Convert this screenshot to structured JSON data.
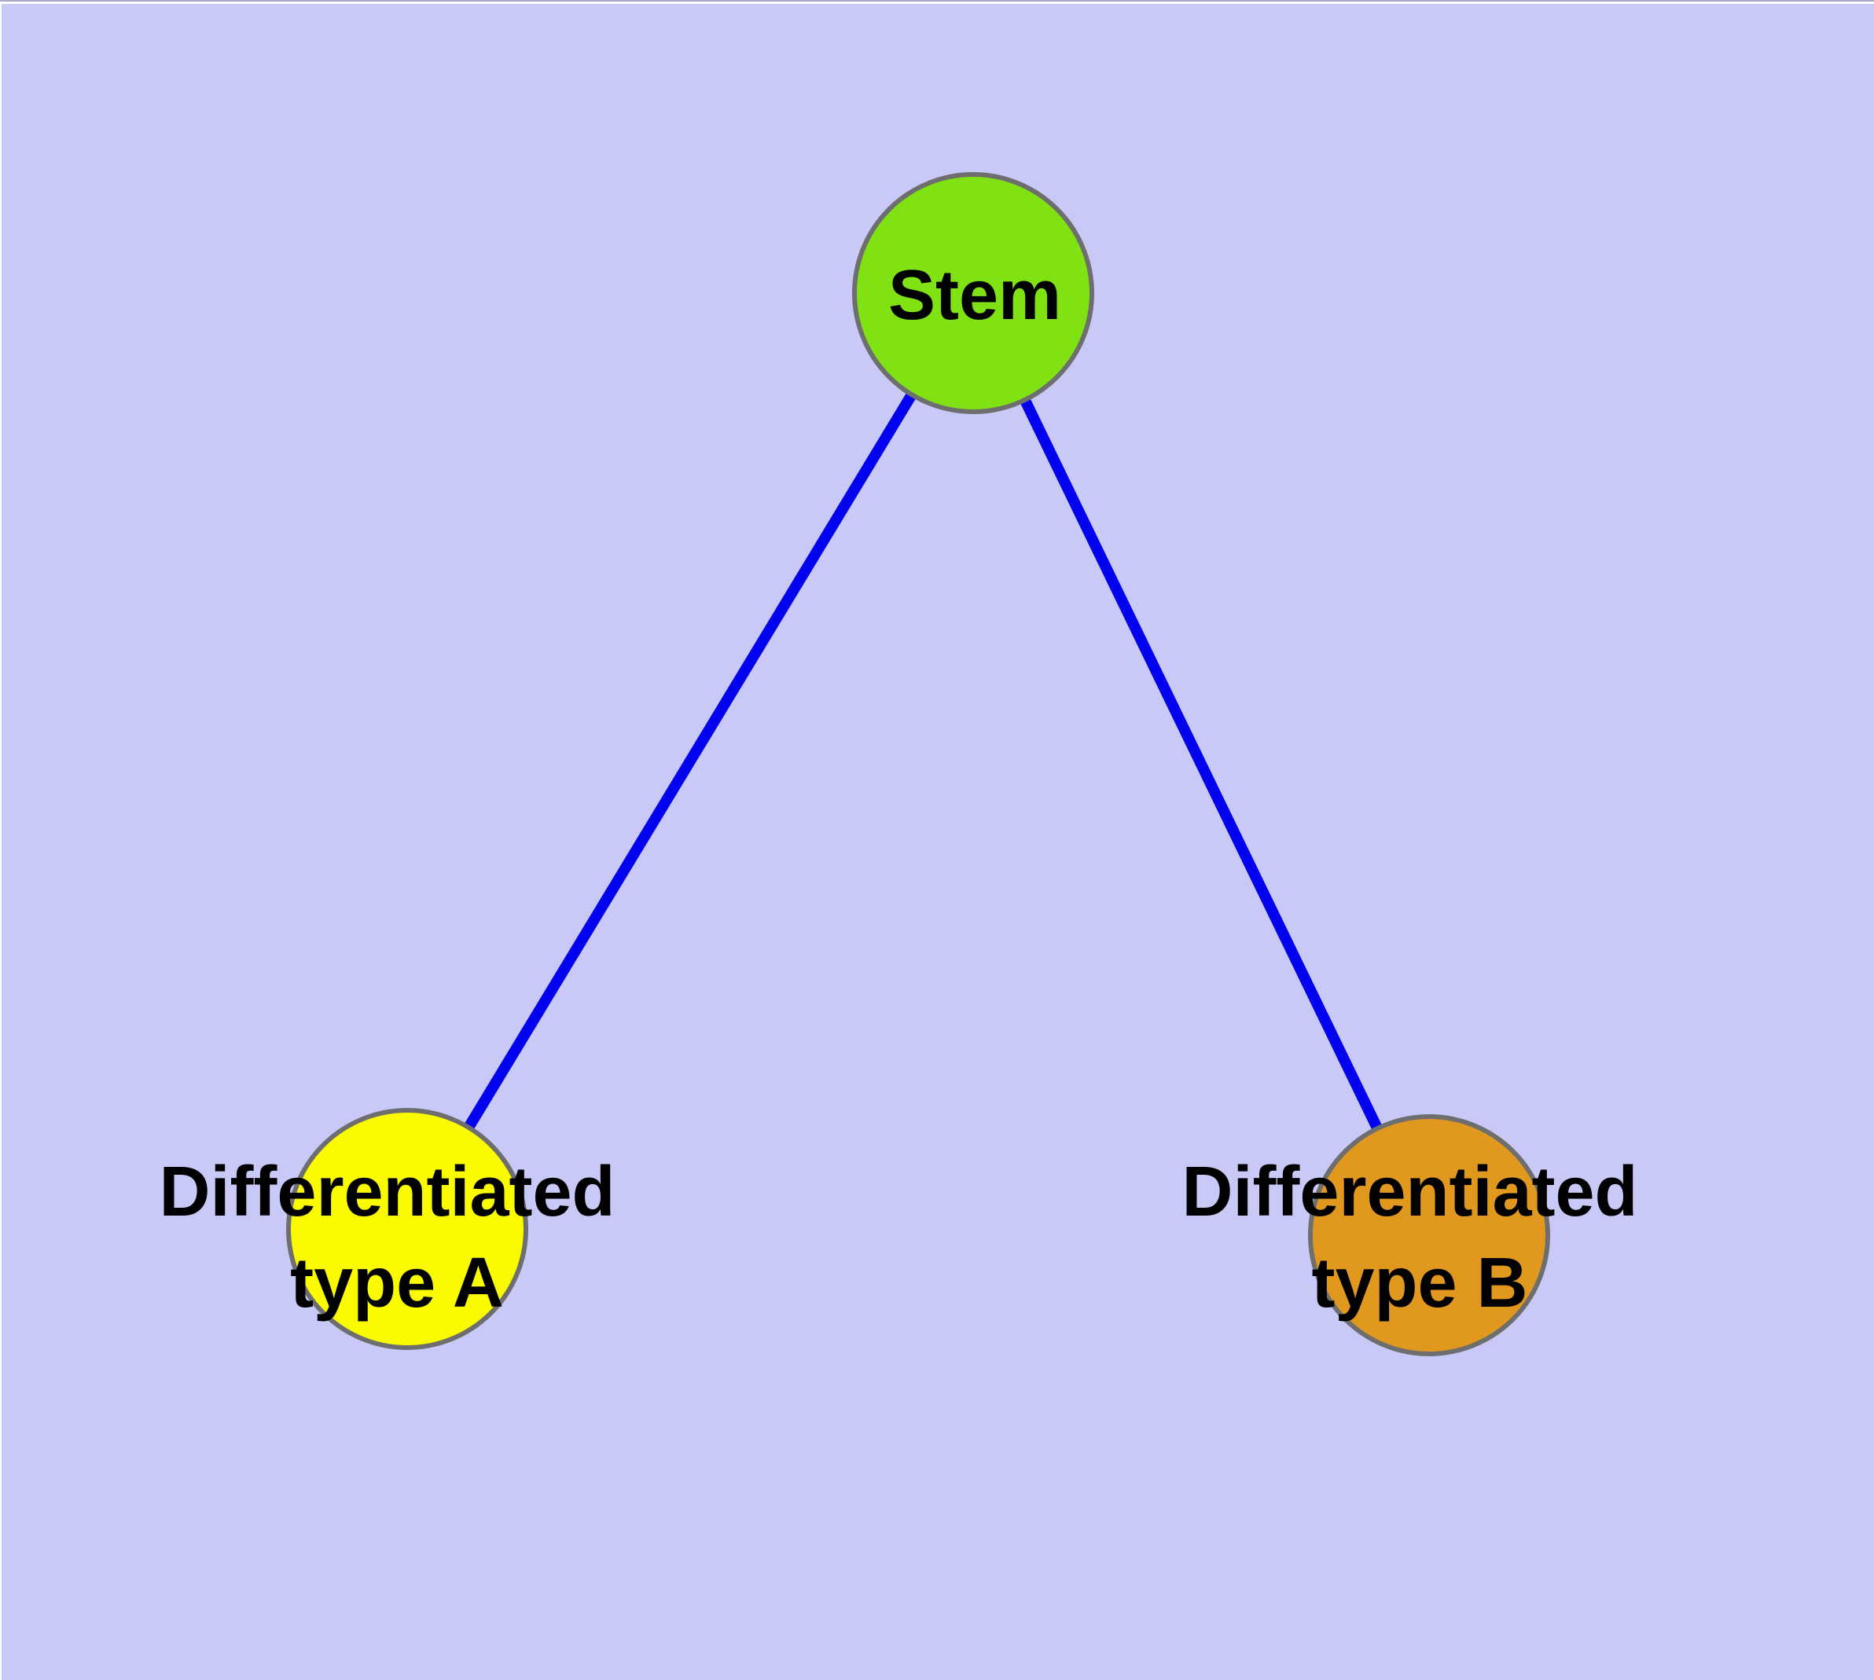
{
  "diagram": {
    "kind": "node-link-tree",
    "background_color": "#C9C9F8",
    "top_hairline_color": "#A8A8C8",
    "edge_hairline_color": "#FFFFFF",
    "edge_color": "#0202EE",
    "node_border_color": "#6E6E6E",
    "text_color": "#000000",
    "nodes": [
      {
        "id": "stem",
        "label": "Stem",
        "fill": "#80E213"
      },
      {
        "id": "type-a",
        "label_line1": "Differentiated",
        "label_line2": "type A",
        "fill": "#FBFB00"
      },
      {
        "id": "type-b",
        "label_line1": "Differentiated",
        "label_line2": "type B",
        "fill": "#E1981F"
      }
    ],
    "edges": [
      {
        "from": "Stem",
        "to": "Differentiated type A"
      },
      {
        "from": "Stem",
        "to": "Differentiated type B"
      }
    ]
  }
}
